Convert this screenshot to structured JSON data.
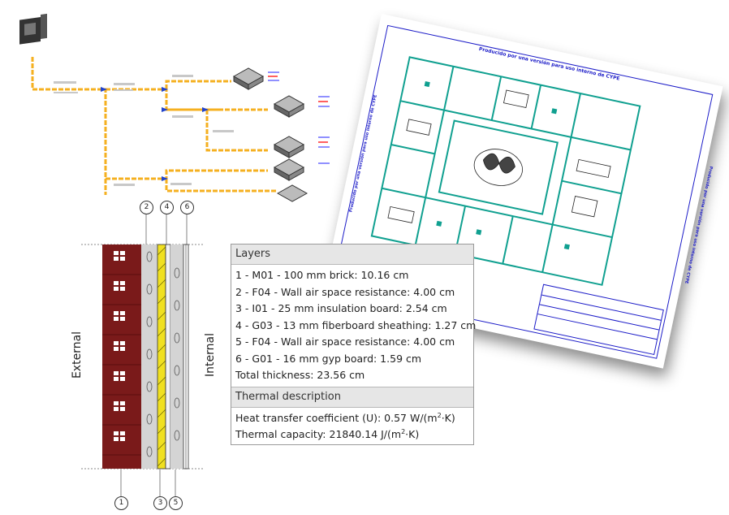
{
  "floor_plan": {
    "caption": "Producido por una versión para uso interno de CYPE",
    "side_left": "Producido por una versión para uso interno de CYPE",
    "side_right": "Producido por una versión para uso interno de CYPE"
  },
  "wall_section": {
    "external_label": "External",
    "internal_label": "Internal",
    "callouts_top": [
      "2",
      "4",
      "6"
    ],
    "callouts_bottom": [
      "1",
      "3",
      "5"
    ]
  },
  "layers_panel": {
    "layers_title": "Layers",
    "layers": [
      "1 - M01 - 100 mm brick: 10.16 cm",
      "2 - F04 - Wall air space resistance: 4.00 cm",
      "3 - I01 - 25 mm insulation board: 2.54 cm",
      "4 - G03 - 13 mm fiberboard sheathing: 1.27 cm",
      "5 - F04 - Wall air space resistance: 4.00 cm",
      "6 - G01 - 16 mm gyp board: 1.59 cm"
    ],
    "total": "Total thickness: 23.56 cm",
    "thermal_title": "Thermal description",
    "u_label": "Heat transfer coefficient (U): 0.57 W/(m",
    "u_unit_tail": "·K)",
    "capacity_label": "Thermal capacity: 21840.14 J/(m",
    "capacity_unit_tail": "·K)",
    "superscript": "2"
  },
  "colors": {
    "brick": "#7a1a1a",
    "brick_window": "#ffffff",
    "insulation": "#f0e020",
    "air_space": "#d4d4d4",
    "pipe": "#f5b020",
    "plan_walls": "#10a090",
    "sheet_border": "#1c1cc8"
  }
}
